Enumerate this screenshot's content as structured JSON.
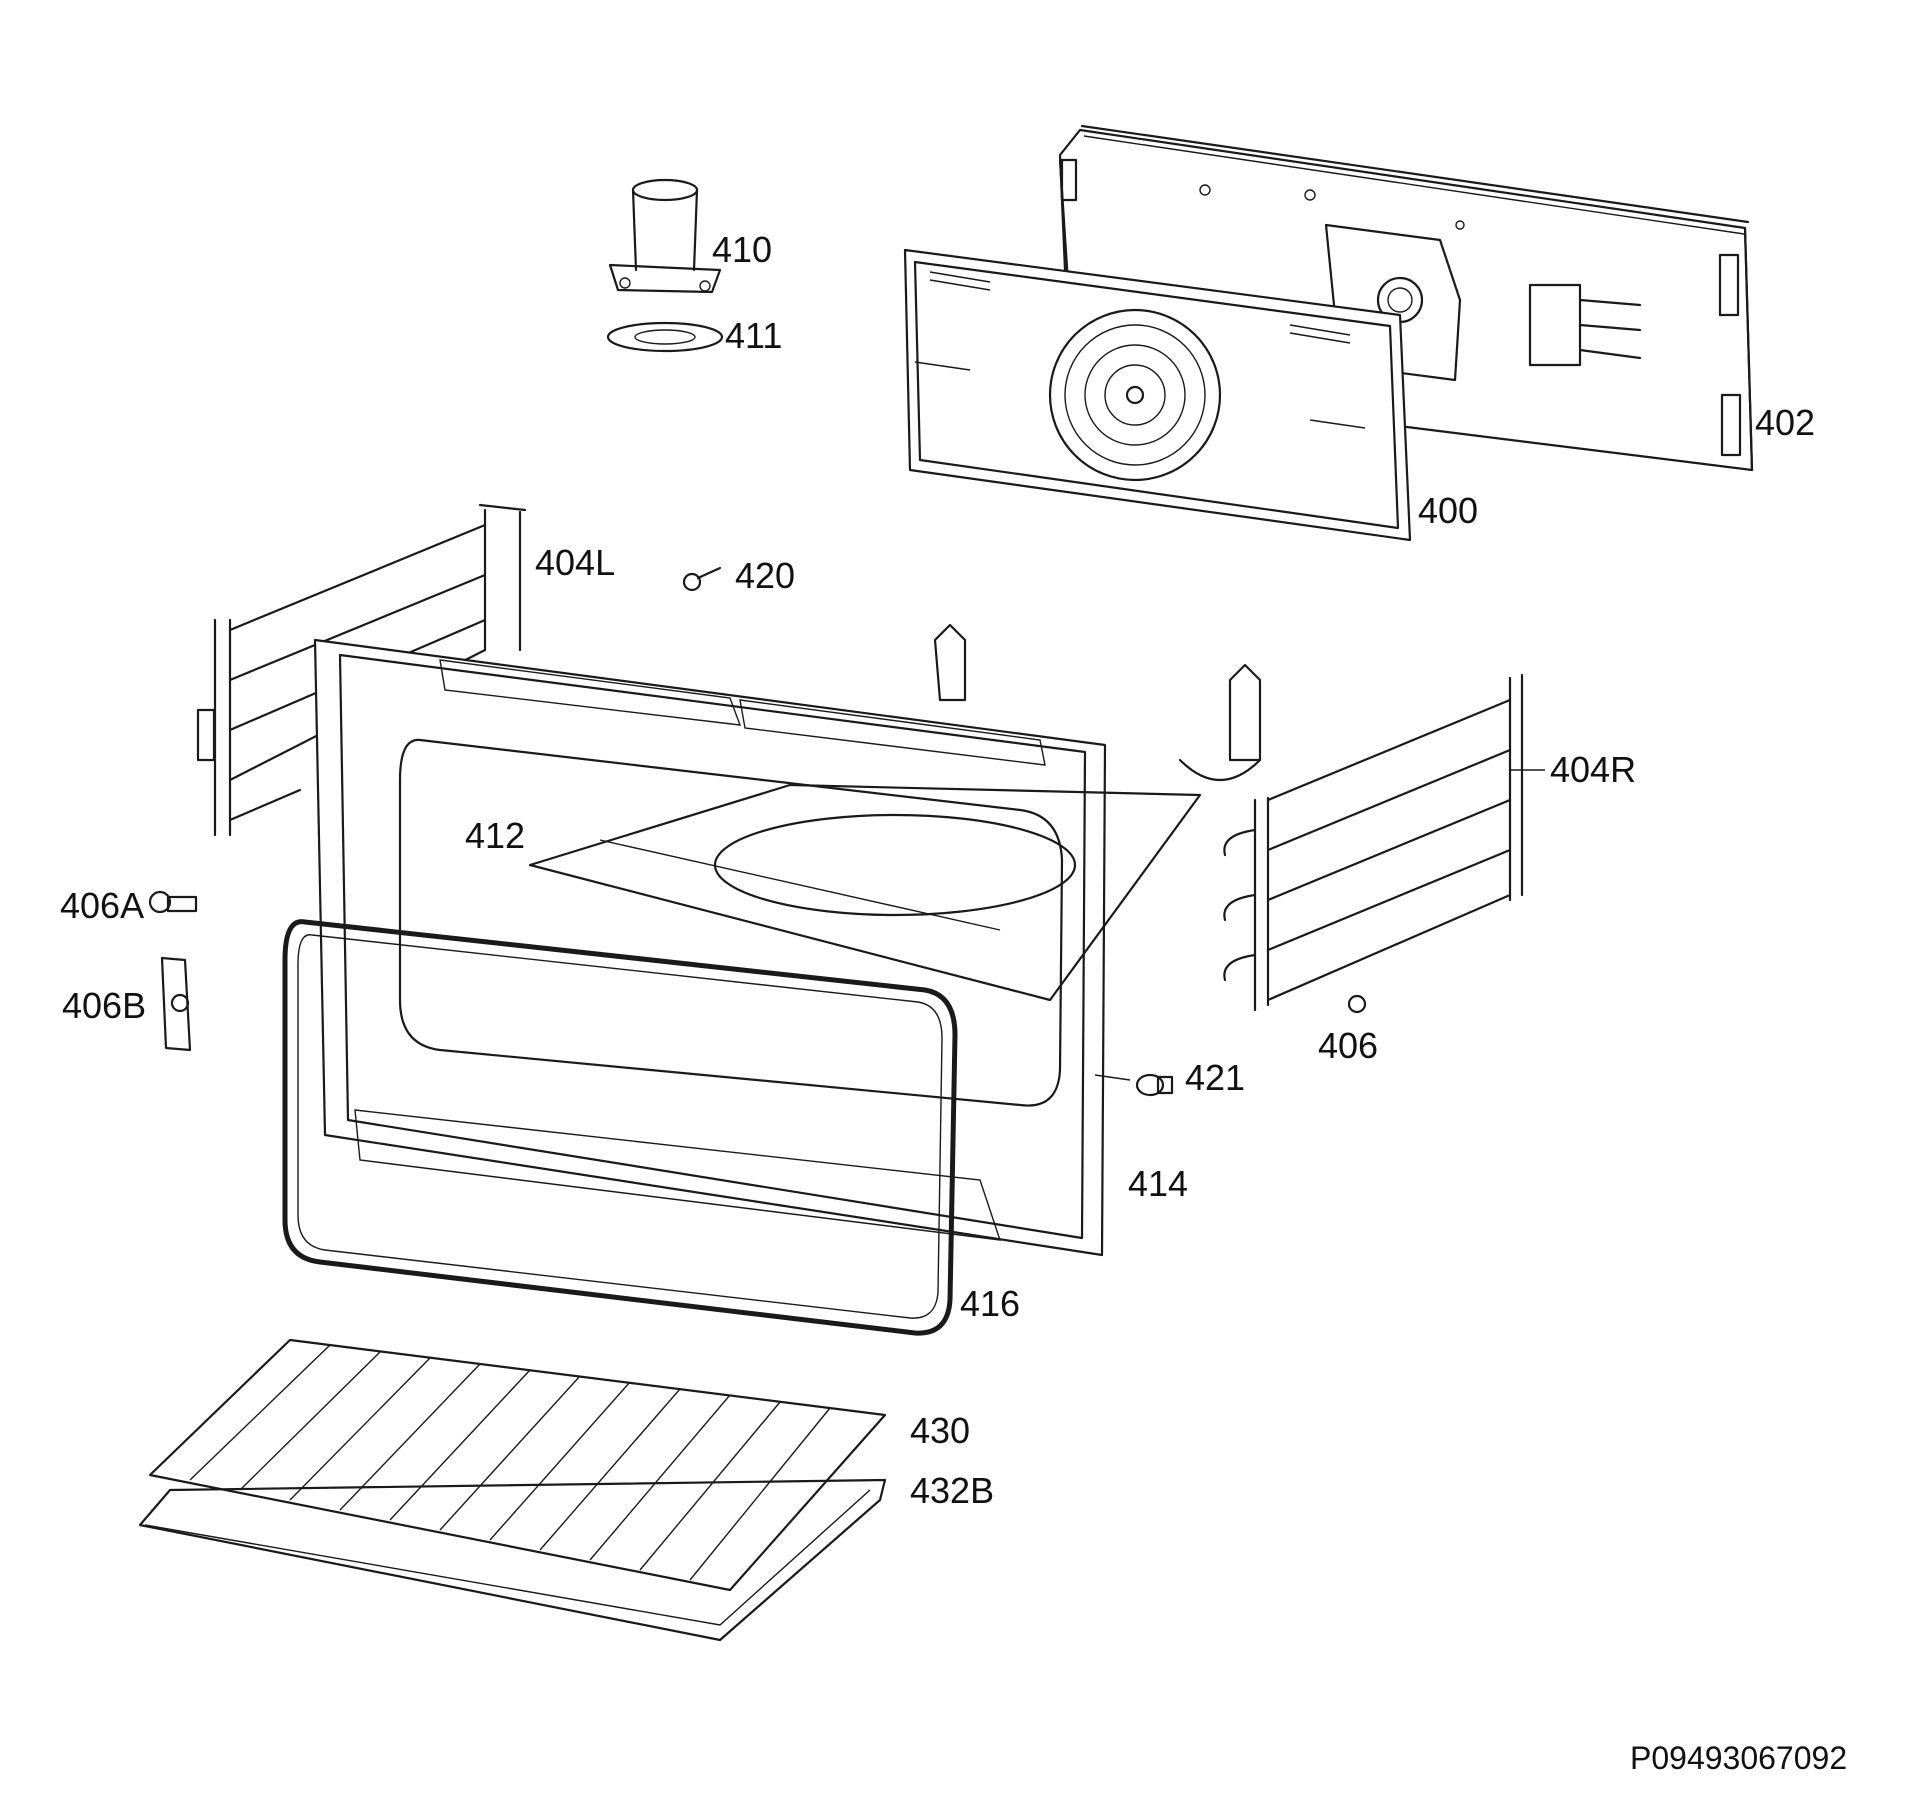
{
  "diagram": {
    "part_labels": {
      "p410": "410",
      "p411": "411",
      "p402": "402",
      "p400": "400",
      "p404L": "404L",
      "p420": "420",
      "p404R": "404R",
      "p412": "412",
      "p406A": "406A",
      "p406B": "406B",
      "p406": "406",
      "p421": "421",
      "p414": "414",
      "p416": "416",
      "p430": "430",
      "p432B": "432B"
    },
    "document_id": "P09493067092"
  }
}
